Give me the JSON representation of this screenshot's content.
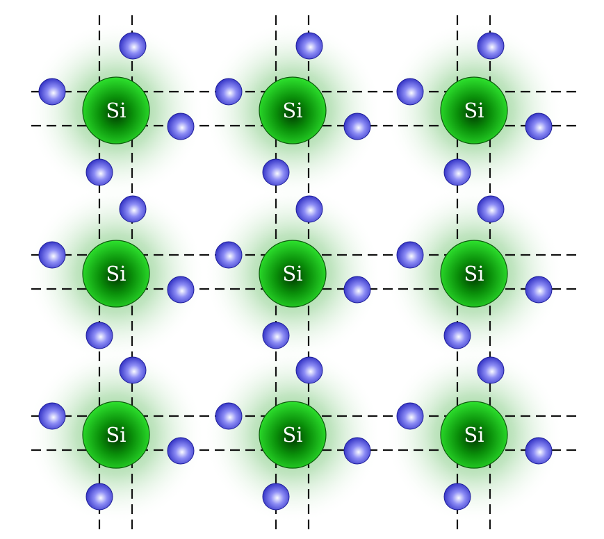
{
  "atom": {
    "label": "Si",
    "count_per_row": 3,
    "row_count": 3
  },
  "colors": {
    "atom_core": "#003a00",
    "atom_mid": "#11b811",
    "atom_edge": "#22dd22",
    "halo": "#7ec87e",
    "electron_core": "#f4f6ff",
    "electron_mid": "#6b6bf2",
    "electron_edge": "#2c2cc4",
    "bond": "#111111",
    "label": "#ffffff"
  },
  "electrons_per_atom": 4,
  "bond_style": "dashed"
}
